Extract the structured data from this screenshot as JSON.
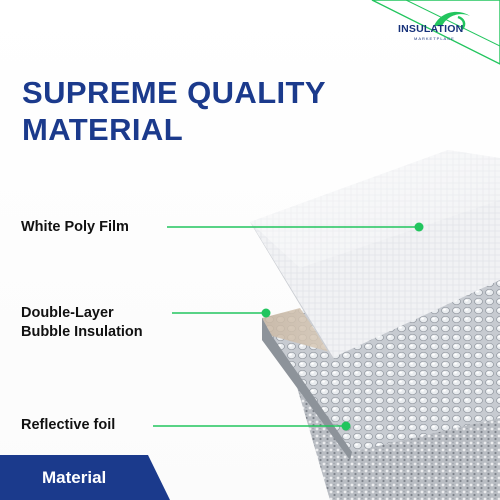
{
  "brand": {
    "logo_text": "INSULATION",
    "logo_subtext": "MARKETPLACE",
    "accent_color": "#22c55e",
    "primary_color": "#1b3a8c"
  },
  "headline": {
    "line1": "SUPREME QUALITY",
    "line2": "MATERIAL"
  },
  "layers": {
    "white_poly_film": "White Poly Film",
    "bubble_line1": "Double-Layer",
    "bubble_line2": "Bubble Insulation",
    "reflective_foil": "Reflective foil"
  },
  "footer": {
    "label": "Material"
  }
}
